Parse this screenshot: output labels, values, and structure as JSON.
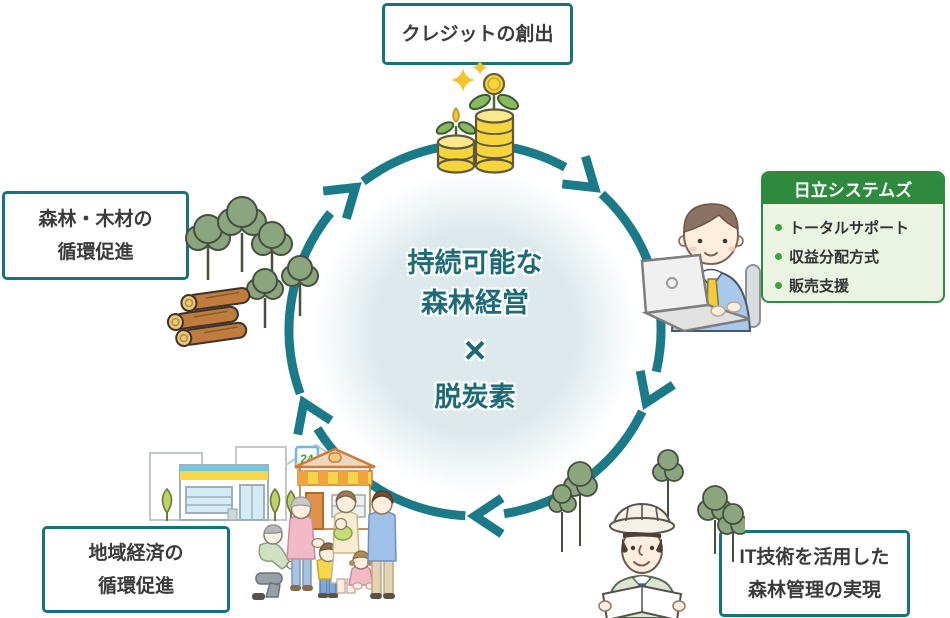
{
  "diagram_title": "sustainable-forest-management-cycle",
  "colors": {
    "ring_teal": "#1b7a87",
    "box_border_teal": "#17727e",
    "center_text_teal": "#1d6b77",
    "panel_green_dark": "#2e8b3e",
    "panel_green_light": "#ebf4e3",
    "bullet_green": "#3aa53a",
    "label_text": "#3b3b3b"
  },
  "center": {
    "line1": "持続可能な",
    "line2": "森林経営",
    "cross": "×",
    "line3": "脱炭素"
  },
  "labels": {
    "top": "クレジットの創出",
    "left": {
      "line1": "森林・木材の",
      "line2": "循環促進"
    },
    "bottom_left": {
      "line1": "地域経済の",
      "line2": "循環促進"
    },
    "bottom_right": {
      "line1": "IT技術を活用した",
      "line2": "森林管理の実現"
    }
  },
  "panel": {
    "title": "日立システムズ",
    "items": [
      "トータルサポート",
      "収益分配方式",
      "販売支援"
    ]
  },
  "illustrations": {
    "top": "coins-sprout-illustration",
    "left": "trees-logs-illustration",
    "right": "consultant-laptop-illustration",
    "bottom_right": "forest-worker-illustration",
    "bottom_left": "store-family-illustration",
    "store_sign": "24"
  }
}
